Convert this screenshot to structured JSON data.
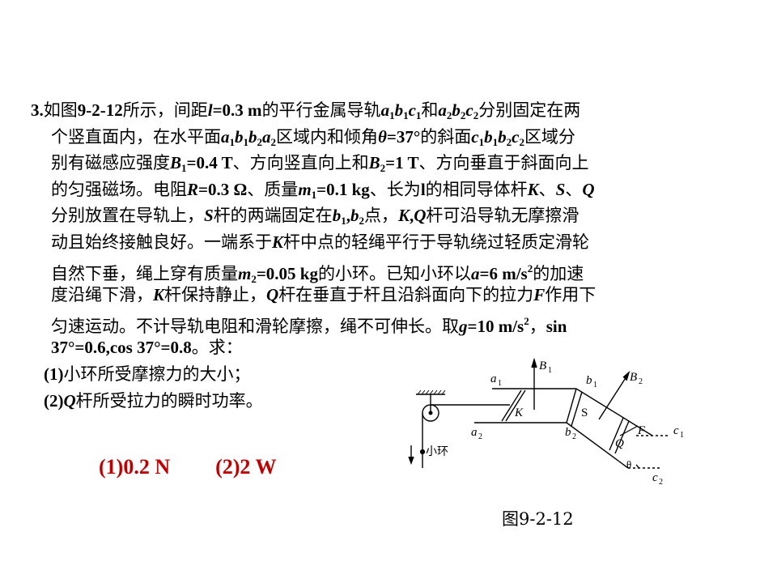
{
  "problem": {
    "l1": {
      "num": "3.",
      "t1": "如图",
      "fig": "9-2-12",
      "t2": "所示，间距",
      "v_l": "l",
      "v_leq": "=0.3 m",
      "t3": "的平行金属导轨",
      "a": "a",
      "s1": "1",
      "b": "b",
      "c": "c",
      "t4": "和",
      "s2": "2",
      "t5": "分别固定在两"
    },
    "l2": {
      "t1": "个竖直面内，在水平面",
      "t2": "区域内和倾角",
      "theta": "θ",
      "deg": "=37°",
      "t3": "的斜面",
      "t4": "区域分"
    },
    "l3": {
      "t1": "别有磁感应强度",
      "B": "B",
      "b1v": "=0.4 T",
      "t2": "、方向竖直向上和",
      "b2v": "=1 T",
      "t3": "、方向垂直于斜面向上"
    },
    "l4": {
      "t1": "的匀强磁场。电阻",
      "R": "R",
      "rv": "=0.3 Ω",
      "t2": "、质量",
      "m": "m",
      "m1v": "=0.1 kg",
      "t3": "、长为",
      "lb": "l",
      "t4": "的相同导体杆",
      "K": "K",
      "sep": "、",
      "S": "S",
      "Q": "Q"
    },
    "l5": {
      "t1": "分别放置在导轨上，",
      "t2": "杆的两端固定在",
      "comma": ",",
      "t3": "点，",
      "t4": "杆可沿导轨无摩擦滑"
    },
    "l6": {
      "t1": "动且始终接触良好。一端系于",
      "t2": "杆中点的轻绳平行于导轨绕过轻质定滑轮"
    },
    "l7": {
      "t1": "自然下垂，绳上穿有质量",
      "m2v": "=0.05 kg",
      "t2": "的小环。已知小环以",
      "av": "a",
      "aeq": "=6 m/s",
      "sq": "2",
      "t3": "的加速"
    },
    "l8": {
      "t1": "度沿绳下滑，",
      "t2": "杆保持静止，",
      "t3": "杆在垂直于杆且沿斜面向下的拉力",
      "F": "F",
      "t4": "作用下"
    },
    "l9": {
      "t1": "匀速运动。不计导轨电阻和滑轮摩擦，绳不可伸长。取",
      "g": "g",
      "geq": "=10 m/s",
      "t2": "，",
      "sin": "sin"
    },
    "l10": {
      "t1": "37°=0.6,cos 37°=0.8",
      "t2": "。求："
    },
    "l11": {
      "num": "(1)",
      "t": "小环所受摩擦力的大小；"
    },
    "l12": {
      "num": "(2)",
      "Q": "Q",
      "t": "杆所受拉力的瞬时功率。"
    }
  },
  "answers": {
    "a1": "(1)0.2 N",
    "a2": "(2)2 W"
  },
  "figure": {
    "caption": "图9-2-12",
    "labels": {
      "a1": "a",
      "one": "1",
      "a2": "a",
      "two": "2",
      "b1": "b",
      "b2": "b",
      "B1": "B",
      "B2": "B",
      "c1": "c",
      "c2": "c",
      "K": "K",
      "S": "S",
      "Q": "Q",
      "F": "F",
      "theta": "θ",
      "ring": "小环"
    }
  },
  "colors": {
    "answer": "#c00000",
    "text": "#000000"
  }
}
